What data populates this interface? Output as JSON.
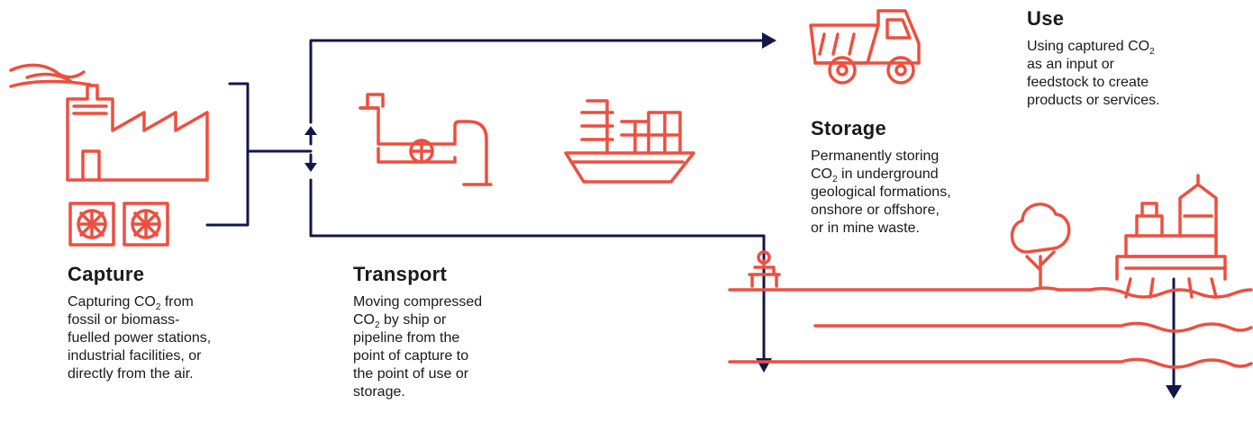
{
  "colors": {
    "accent": "#ee4f3f",
    "navy": "#12174a",
    "text": "#1a1a1a",
    "background": "#ffffff"
  },
  "capture": {
    "title": "Capture",
    "line1_pre": "Capturing CO",
    "line1_sub": "2",
    "line1_post": " from",
    "line2": "fossil or biomass-",
    "line3": "fuelled power stations,",
    "line4": "industrial facilities, or",
    "line5": "directly from the air."
  },
  "transport": {
    "title": "Transport",
    "line1": "Moving compressed",
    "line2_pre": "CO",
    "line2_sub": "2",
    "line2_post": " by ship or",
    "line3": "pipeline from the",
    "line4": "point of capture to",
    "line5": "the point of use or",
    "line6": "storage."
  },
  "storage": {
    "title": "Storage",
    "line1": "Permanently storing",
    "line2_pre": "CO",
    "line2_sub": "2",
    "line2_post": " in underground",
    "line3": "geological formations,",
    "line4": "onshore or offshore,",
    "line5": "or in mine waste."
  },
  "use": {
    "title": "Use",
    "line1_pre": "Using captured CO",
    "line1_sub": "2",
    "line2": "as an input or",
    "line3": "feedstock to create",
    "line4": "products or services."
  },
  "icons": [
    "smoke-icon",
    "factory-icon",
    "fan-unit-icon",
    "pipeline-icon",
    "valve-icon",
    "ship-icon",
    "dump-truck-icon",
    "tree-icon",
    "wellhead-icon",
    "offshore-rig-icon",
    "arrow-up-icon",
    "arrow-down-icon",
    "arrow-right-icon"
  ]
}
